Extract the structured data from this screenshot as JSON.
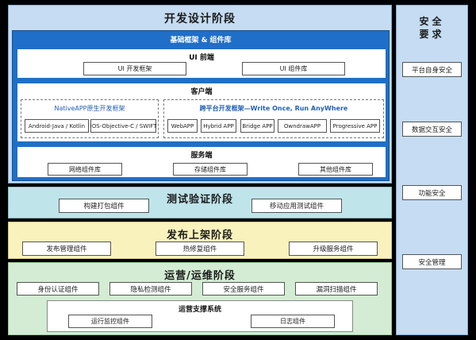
{
  "dev_stage": {
    "title": "开发设计阶段",
    "base_framework": {
      "title": "基础框架 & 组件库",
      "ui_frontend": {
        "title": "UI 前端",
        "items": [
          "UI 开发框架",
          "UI 组件库"
        ]
      },
      "client": {
        "title": "客户端",
        "native": {
          "title": "NativeAPP原生开发框架",
          "items": [
            "Android-Java / Kotlin",
            "IOS-Objective-C / SWIFT"
          ]
        },
        "cross": {
          "title": "跨平台开发框架—Write Once, Run AnyWhere",
          "items": [
            "WebAPP",
            "Hybrid APP",
            "Bridge APP",
            "OwndrawAPP",
            "Progressive APP"
          ]
        }
      },
      "server": {
        "title": "服务端",
        "items": [
          "网络组件库",
          "存储组件库",
          "其他组件库"
        ]
      }
    }
  },
  "test_stage": {
    "title": "测试验证阶段",
    "items": [
      "构建打包组件",
      "移动应用测试组件"
    ]
  },
  "release_stage": {
    "title": "发布上架阶段",
    "items": [
      "发布管理组件",
      "热修复组件",
      "升级服务组件"
    ]
  },
  "ops_stage": {
    "title": "运营/运维阶段",
    "items": [
      "身份认证组件",
      "隐私检测组件",
      "安全服务组件",
      "漏洞扫描组件"
    ],
    "support": {
      "title": "运营支撑系统",
      "items": [
        "运行监控组件",
        "日志组件"
      ]
    }
  },
  "security": {
    "title_line1": "安全",
    "title_line2": "要求",
    "items": [
      "平台自身安全",
      "数据交互安全",
      "功能安全",
      "安全管理"
    ]
  },
  "colors": {
    "dev_bg": "#c5dcf2",
    "base_bg": "#1f6fc9",
    "test_bg": "#bfe4ea",
    "release_bg": "#f9f2bd",
    "ops_bg": "#d3ecd3",
    "security_bg": "#c5dcf2"
  }
}
